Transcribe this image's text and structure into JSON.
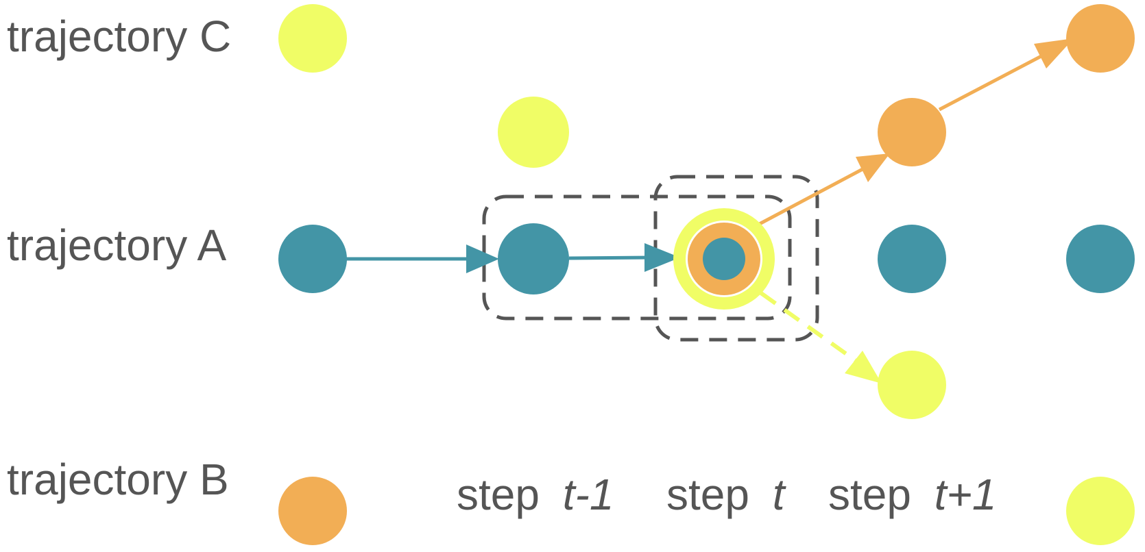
{
  "colors": {
    "teal": "#4395a6",
    "orange": "#f2ae55",
    "yellow": "#f0fd66",
    "text": "#555555",
    "box": "#555555"
  },
  "labels": {
    "trajectory_c": "trajectory C",
    "trajectory_a": "trajectory A",
    "trajectory_b": "trajectory B"
  },
  "steps": {
    "prev": {
      "word": "step",
      "var": "t-1"
    },
    "curr": {
      "word": "step",
      "var": "t"
    },
    "next": {
      "word": "step",
      "var": "t+1"
    }
  }
}
